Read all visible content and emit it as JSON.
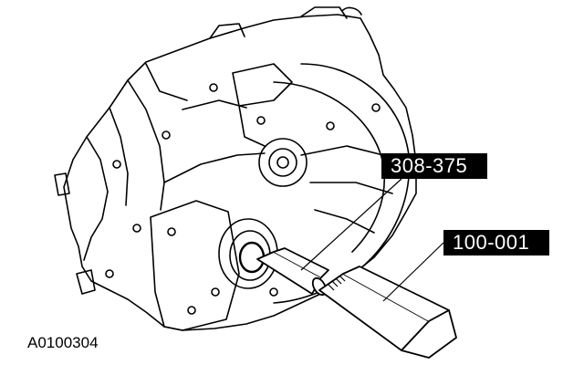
{
  "callouts": {
    "tool_seal_installer": "308-375",
    "tool_handle": "100-001"
  },
  "figure_id": "A0100304",
  "colors": {
    "ink": "#000000",
    "paper": "#ffffff"
  }
}
